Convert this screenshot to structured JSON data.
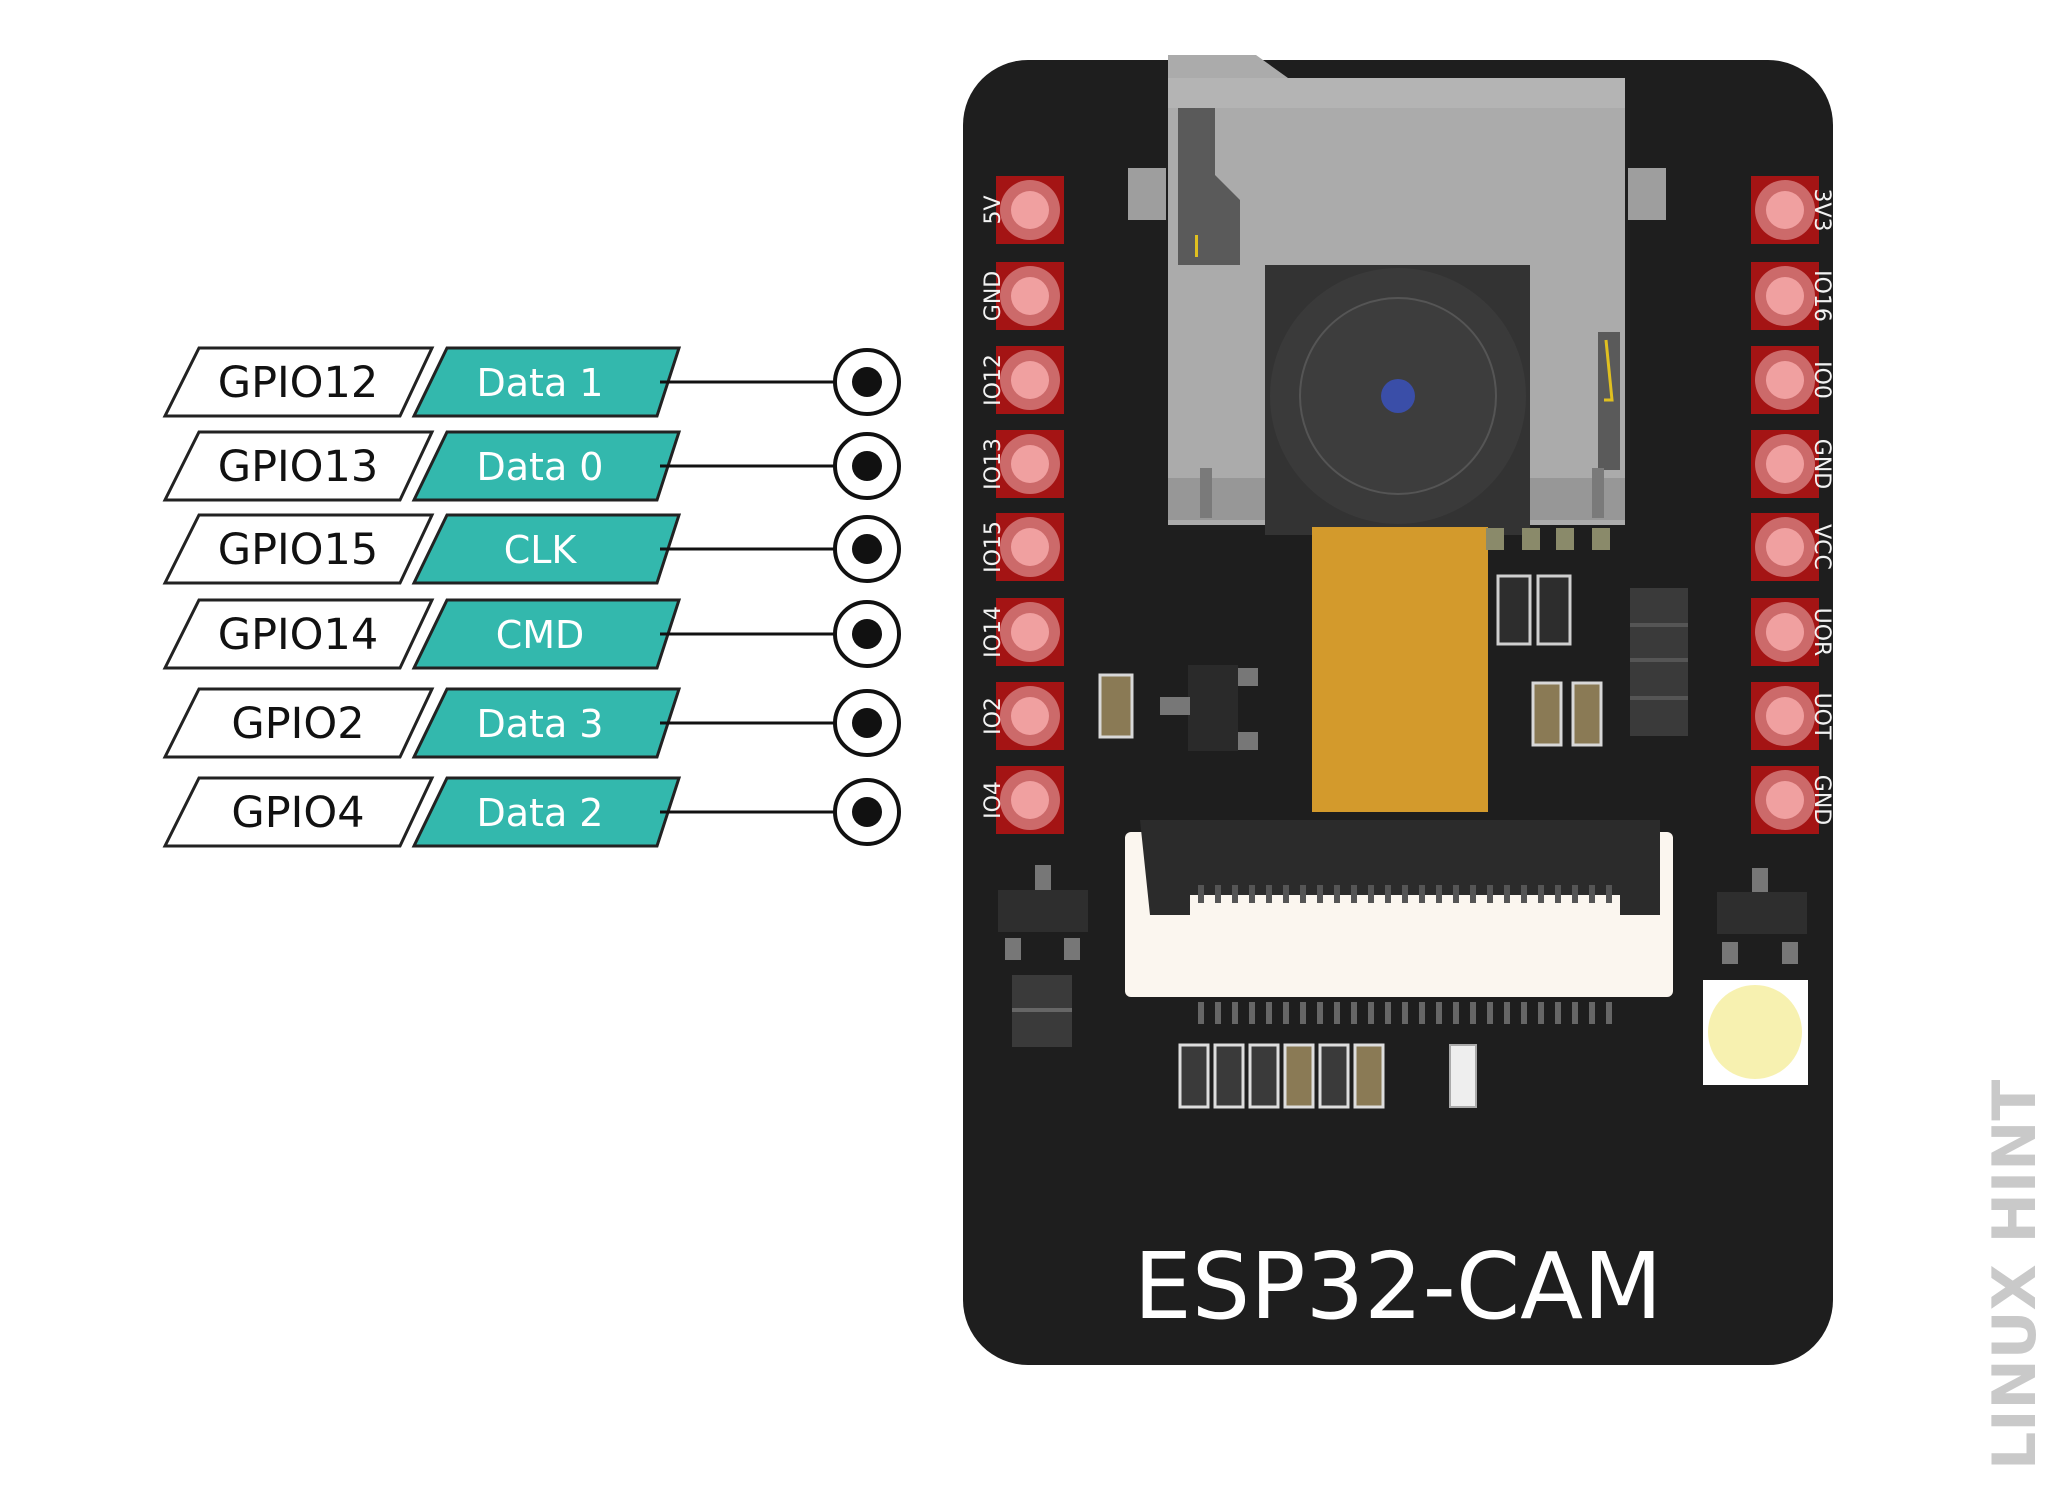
{
  "board": {
    "title": "ESP32-CAM",
    "left_pins": [
      "5V",
      "GND",
      "IO12",
      "IO13",
      "IO15",
      "IO14",
      "IO2",
      "IO4"
    ],
    "right_pins": [
      "3V3",
      "IO16",
      "IO0",
      "GND",
      "VCC",
      "UOR",
      "UOT",
      "GND"
    ]
  },
  "mapping": [
    {
      "gpio": "GPIO12",
      "function": "Data 1"
    },
    {
      "gpio": "GPIO13",
      "function": "Data 0"
    },
    {
      "gpio": "GPIO15",
      "function": "CLK"
    },
    {
      "gpio": "GPIO14",
      "function": "CMD"
    },
    {
      "gpio": "GPIO2",
      "function": "Data 3"
    },
    {
      "gpio": "GPIO4",
      "function": "Data 2"
    }
  ],
  "watermark": "LINUX HINT",
  "colors": {
    "board": "#1e1e1e",
    "pad": "#a41414",
    "pad_inner": "#f0a0a0",
    "function_tag": "#33b8ad",
    "sd_slot": "#a8a8a8",
    "ribbon": "#d39a2c"
  }
}
